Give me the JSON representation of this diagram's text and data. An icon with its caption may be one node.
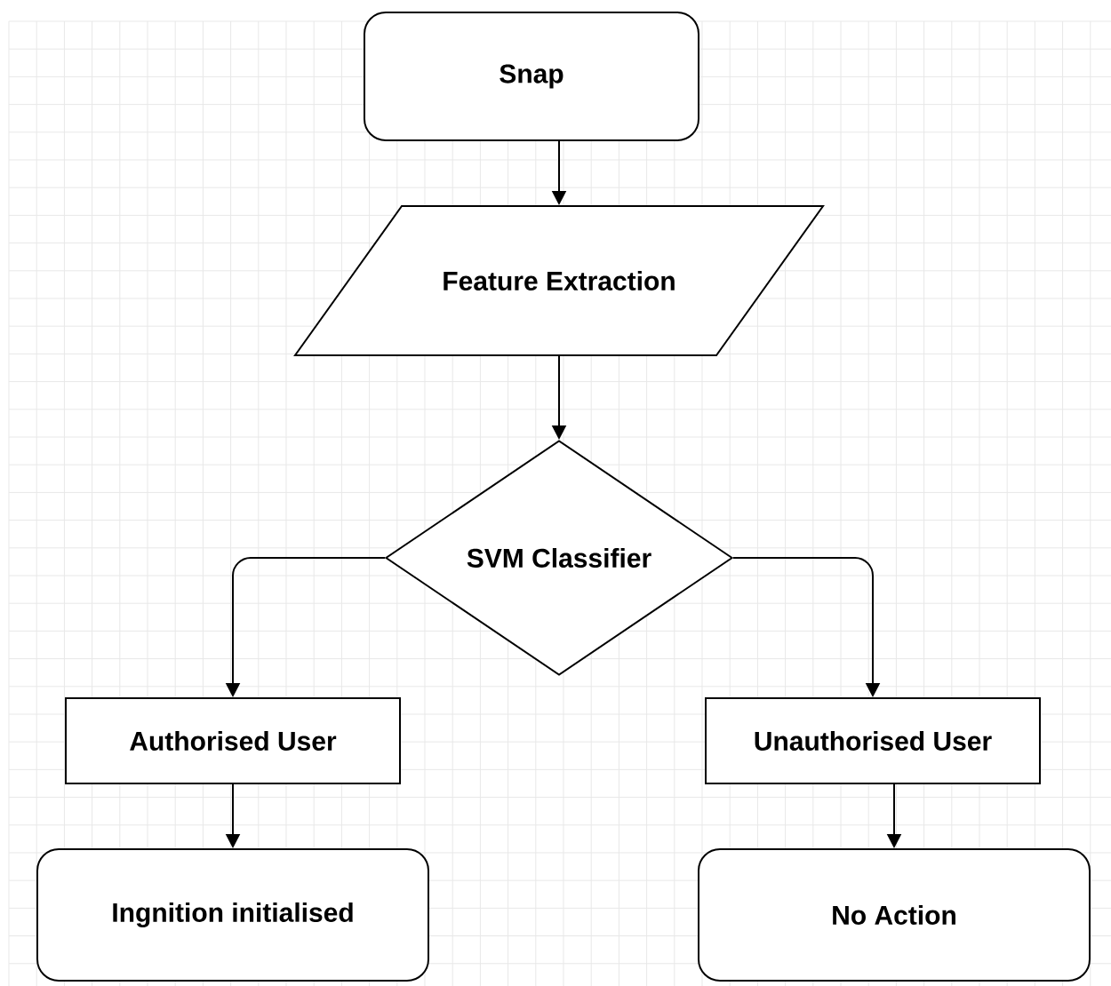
{
  "diagram": {
    "nodes": [
      {
        "text": [
          "Snap"
        ]
      },
      {
        "text": [
          "Feature Extraction"
        ]
      },
      {
        "text": [
          "SVM Classifier"
        ]
      },
      {
        "text": [
          "Authorised User"
        ]
      },
      {
        "text": [
          "Unauthorised User"
        ]
      },
      {
        "text": [
          "Ingnition initialised"
        ]
      },
      {
        "text": [
          "No Action"
        ]
      }
    ],
    "edges": [
      {
        "from": 0,
        "to": 1,
        "arrow": "to"
      },
      {
        "from": 1,
        "to": 2,
        "arrow": "to"
      },
      {
        "from": 2,
        "to": 3,
        "arrow": "to"
      },
      {
        "from": 2,
        "to": 4,
        "arrow": "to"
      },
      {
        "from": 3,
        "to": 5,
        "arrow": "to"
      },
      {
        "from": 4,
        "to": 6,
        "arrow": "to"
      }
    ]
  }
}
